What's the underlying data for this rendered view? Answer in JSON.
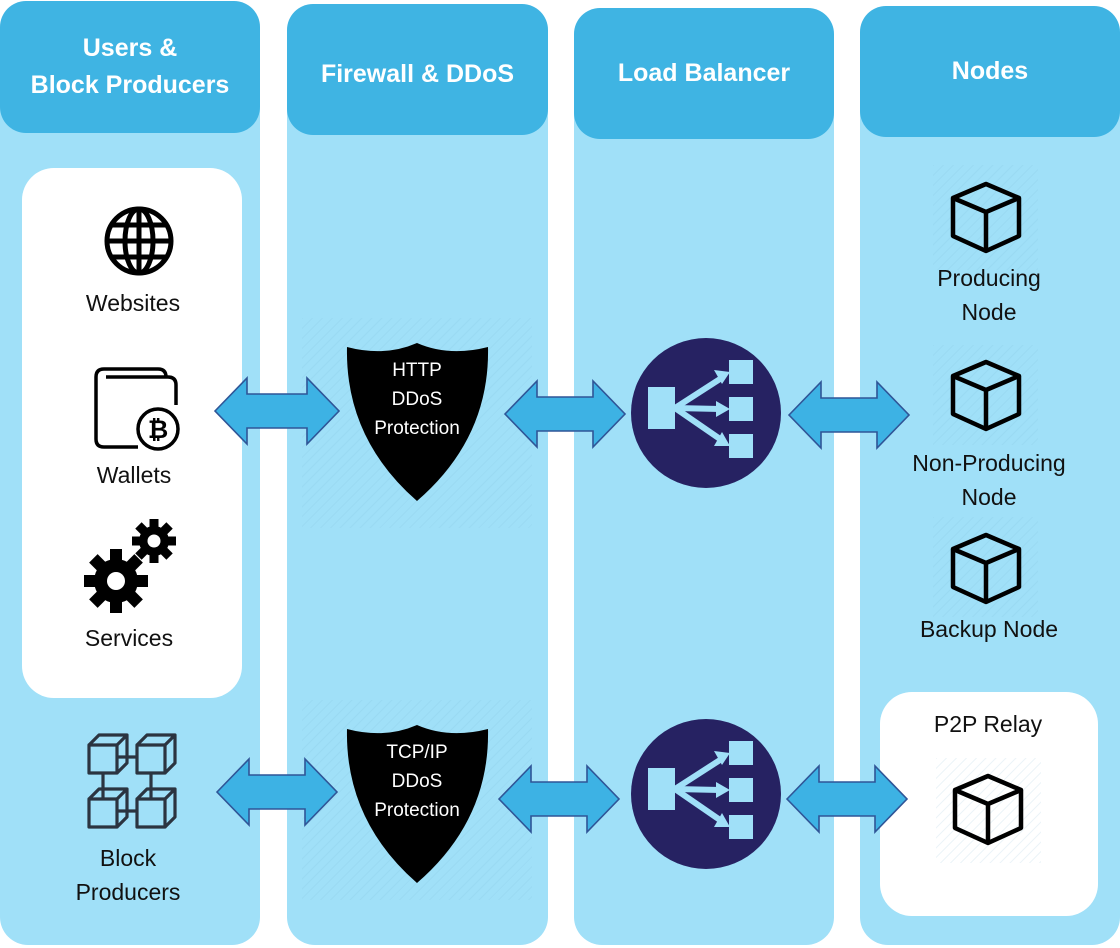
{
  "columns": [
    {
      "title": "Users &\nBlock Producers",
      "title_line1": "Users &",
      "title_line2": "Block Producers"
    },
    {
      "title": "Firewall & DDoS"
    },
    {
      "title": "Load Balancer"
    },
    {
      "title": "Nodes"
    }
  ],
  "clients": {
    "websites": {
      "label": "Websites",
      "icon": "globe-icon"
    },
    "wallets": {
      "label": "Wallets",
      "icon": "bitcoin-wallet-icon"
    },
    "services": {
      "label": "Services",
      "icon": "gears-icon"
    },
    "block_producers": {
      "label_line1": "Block",
      "label_line2": "Producers",
      "icon": "blockchain-network-icon"
    }
  },
  "firewall": {
    "http": {
      "line1": "HTTP",
      "line2": "DDoS",
      "line3": "Protection",
      "icon": "shield-icon"
    },
    "tcp": {
      "line1": "TCP/IP",
      "line2": "DDoS",
      "line3": "Protection",
      "icon": "shield-icon"
    }
  },
  "load_balancer": {
    "top": {
      "icon": "load-balancer-icon"
    },
    "bottom": {
      "icon": "load-balancer-icon"
    }
  },
  "nodes": {
    "producing": {
      "line1": "Producing",
      "line2": "Node",
      "icon": "cube-icon"
    },
    "non_producing": {
      "line1": "Non-Producing",
      "line2": "Node",
      "icon": "cube-icon"
    },
    "backup": {
      "label": "Backup Node",
      "icon": "cube-icon"
    },
    "p2p": {
      "label": "P2P Relay",
      "icon": "cube-icon"
    }
  },
  "colors": {
    "column_bg": "#a0e0f8",
    "header_bg": "#3fb4e3",
    "arrow_fill": "#3db2e4",
    "arrow_stroke": "#2f5597",
    "lb_circle": "#262262",
    "shield": "#000000"
  }
}
